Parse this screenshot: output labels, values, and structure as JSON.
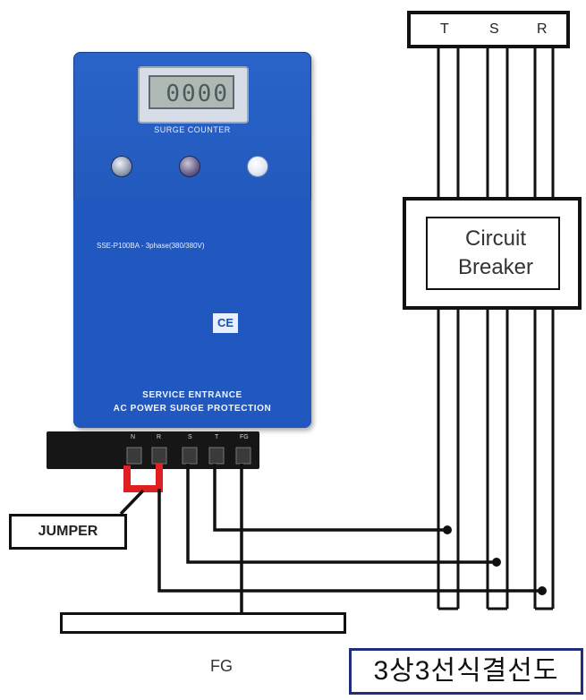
{
  "device": {
    "counter_value": "0000",
    "surge_counter_label": "SURGE COUNTER",
    "model_line": "SSE-P100BA - 3phase(380/380V)",
    "service_line1": "SERVICE ENTRANCE",
    "service_line2": "AC POWER SURGE PROTECTION",
    "ce_mark": "CE",
    "terminals": [
      "N",
      "R",
      "S",
      "T",
      "FG"
    ]
  },
  "supply": {
    "phases": [
      "T",
      "S",
      "R"
    ]
  },
  "breaker": {
    "line1": "Circuit",
    "line2": "Breaker"
  },
  "jumper_label": "JUMPER",
  "fg_label": "FG",
  "diagram_title": "3상3선식결선도",
  "colors": {
    "device_blue": "#2158bf",
    "jumper_red": "#e02020",
    "title_border": "#1f2f7a"
  }
}
